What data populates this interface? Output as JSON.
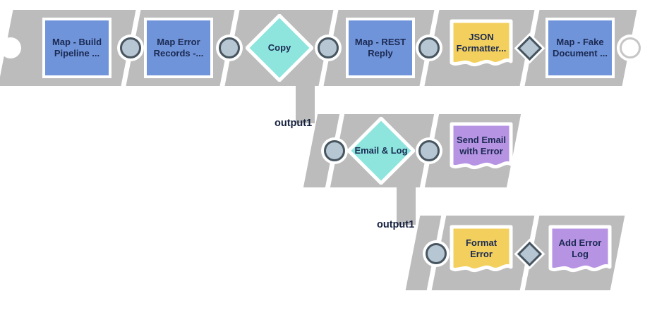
{
  "pipeline": {
    "band_color": "#bcbcbc",
    "text_color": "#1b2a52",
    "ports": {
      "fill": "#b7c6d3",
      "border": "#46555f",
      "open_end_border": "#c6c6c6"
    },
    "branch_labels": [
      {
        "text": "output1"
      },
      {
        "text": "output1"
      }
    ],
    "nodes": [
      {
        "id": "map-build-pipeline",
        "label": "Map - Build\nPipeline ...",
        "shape": "square",
        "color": "#7094da"
      },
      {
        "id": "map-error-records",
        "label": "Map Error\nRecords -...",
        "shape": "square",
        "color": "#7094da"
      },
      {
        "id": "copy",
        "label": "Copy",
        "shape": "diamond",
        "color": "#8de5dd"
      },
      {
        "id": "map-rest-reply",
        "label": "Map - REST\nReply",
        "shape": "square",
        "color": "#7094da"
      },
      {
        "id": "json-formatter",
        "label": "JSON\nFormatter...",
        "shape": "document",
        "color": "#f3d05e"
      },
      {
        "id": "map-fake-document",
        "label": "Map - Fake\nDocument ...",
        "shape": "square",
        "color": "#7094da"
      },
      {
        "id": "email-and-log",
        "label": "Email & Log",
        "shape": "diamond",
        "color": "#8de5dd"
      },
      {
        "id": "send-email-with-error",
        "label": "Send Email\nwith Error",
        "shape": "document",
        "color": "#b793e4"
      },
      {
        "id": "format-error",
        "label": "Format\nError",
        "shape": "document",
        "color": "#f3d05e"
      },
      {
        "id": "add-error-log",
        "label": "Add Error\nLog",
        "shape": "document",
        "color": "#b793e4"
      }
    ]
  }
}
